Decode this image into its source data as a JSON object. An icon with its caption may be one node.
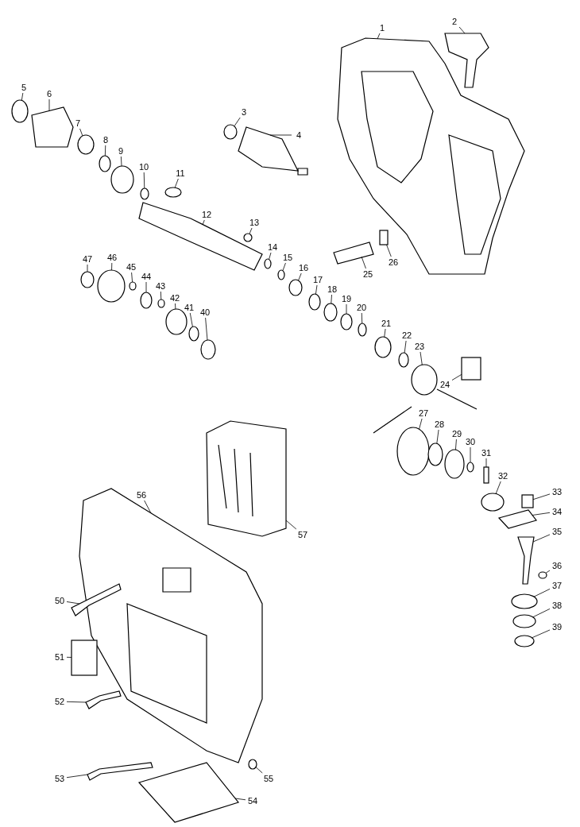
{
  "diagram": {
    "nodes": [
      {
        "text": [
          "1"
        ]
      },
      {
        "text": [
          "2"
        ]
      },
      {
        "text": [
          "3"
        ]
      },
      {
        "text": [
          "4"
        ]
      },
      {
        "text": [
          "5"
        ]
      },
      {
        "text": [
          "6"
        ]
      },
      {
        "text": [
          "7"
        ]
      },
      {
        "text": [
          "8"
        ]
      },
      {
        "text": [
          "9"
        ]
      },
      {
        "text": [
          "10"
        ]
      },
      {
        "text": [
          "11"
        ]
      },
      {
        "text": [
          "12"
        ]
      },
      {
        "text": [
          "13"
        ]
      },
      {
        "text": [
          "14"
        ]
      },
      {
        "text": [
          "15"
        ]
      },
      {
        "text": [
          "16"
        ]
      },
      {
        "text": [
          "17"
        ]
      },
      {
        "text": [
          "18"
        ]
      },
      {
        "text": [
          "19"
        ]
      },
      {
        "text": [
          "20"
        ]
      },
      {
        "text": [
          "21"
        ]
      },
      {
        "text": [
          "22"
        ]
      },
      {
        "text": [
          "23"
        ]
      },
      {
        "text": [
          "24"
        ]
      },
      {
        "text": [
          "25"
        ]
      },
      {
        "text": [
          "26"
        ]
      },
      {
        "text": [
          "27"
        ]
      },
      {
        "text": [
          "28"
        ]
      },
      {
        "text": [
          "29"
        ]
      },
      {
        "text": [
          "30"
        ]
      },
      {
        "text": [
          "31"
        ]
      },
      {
        "text": [
          "32"
        ]
      },
      {
        "text": [
          "33"
        ]
      },
      {
        "text": [
          "34"
        ]
      },
      {
        "text": [
          "35"
        ]
      },
      {
        "text": [
          "36"
        ]
      },
      {
        "text": [
          "37"
        ]
      },
      {
        "text": [
          "38"
        ]
      },
      {
        "text": [
          "39"
        ]
      },
      {
        "text": [
          "40"
        ]
      },
      {
        "text": [
          "41"
        ]
      },
      {
        "text": [
          "42"
        ]
      },
      {
        "text": [
          "43"
        ]
      },
      {
        "text": [
          "44"
        ]
      },
      {
        "text": [
          "45"
        ]
      },
      {
        "text": [
          "46"
        ]
      },
      {
        "text": [
          "47"
        ]
      },
      {
        "text": [
          "50"
        ]
      },
      {
        "text": [
          "51"
        ]
      },
      {
        "text": [
          "52"
        ]
      },
      {
        "text": [
          "53"
        ]
      },
      {
        "text": [
          "54"
        ]
      },
      {
        "text": [
          "55"
        ]
      },
      {
        "text": [
          "56"
        ]
      },
      {
        "text": [
          "57"
        ]
      },
      {
        "text": [],
        "shape": "picture"
      },
      {
        "text": [],
        "shape": "picture"
      },
      {
        "text": [],
        "shape": "circle"
      },
      {
        "text": [],
        "shape": "picture"
      },
      {
        "text": [],
        "shape": "circle"
      },
      {
        "text": [],
        "shape": "picture"
      },
      {
        "text": [],
        "shape": "circle"
      },
      {
        "text": [],
        "shape": "circle"
      },
      {
        "text": [],
        "shape": "circle"
      },
      {
        "text": [],
        "shape": "circle"
      },
      {
        "text": [],
        "shape": "circle"
      },
      {
        "text": [],
        "shape": "picture"
      },
      {
        "text": [],
        "shape": "circle"
      },
      {
        "text": [],
        "shape": "circle"
      },
      {
        "text": [],
        "shape": "circle"
      },
      {
        "text": [],
        "shape": "circle"
      },
      {
        "text": [],
        "shape": "circle"
      },
      {
        "text": [],
        "shape": "circle"
      },
      {
        "text": [],
        "shape": "circle"
      },
      {
        "text": [],
        "shape": "circle"
      },
      {
        "text": [],
        "shape": "circle"
      },
      {
        "text": [],
        "shape": "circle"
      },
      {
        "text": [],
        "shape": "circle"
      },
      {
        "text": [],
        "shape": "box"
      },
      {
        "text": [],
        "shape": "picture"
      },
      {
        "text": [],
        "shape": "box"
      },
      {
        "text": [],
        "shape": "circle"
      },
      {
        "text": [],
        "shape": "circle"
      },
      {
        "text": [],
        "shape": "circle"
      },
      {
        "text": [],
        "shape": "circle"
      },
      {
        "text": [],
        "shape": "box"
      },
      {
        "text": [],
        "shape": "circle"
      },
      {
        "text": [],
        "shape": "box"
      },
      {
        "text": [],
        "shape": "picture"
      },
      {
        "text": [],
        "shape": "picture"
      },
      {
        "text": [],
        "shape": "circle"
      },
      {
        "text": [],
        "shape": "circle"
      },
      {
        "text": [],
        "shape": "circle"
      },
      {
        "text": [],
        "shape": "circle"
      },
      {
        "text": [],
        "shape": "circle"
      },
      {
        "text": [],
        "shape": "circle"
      },
      {
        "text": [],
        "shape": "circle"
      },
      {
        "text": [],
        "shape": "circle"
      },
      {
        "text": [],
        "shape": "circle"
      },
      {
        "text": [],
        "shape": "circle"
      },
      {
        "text": [],
        "shape": "circle"
      },
      {
        "text": [],
        "shape": "circle"
      },
      {
        "text": [],
        "shape": "picture"
      },
      {
        "text": [],
        "shape": "box"
      },
      {
        "text": [],
        "shape": "picture"
      },
      {
        "text": [],
        "shape": "picture"
      },
      {
        "text": [],
        "shape": "picture"
      },
      {
        "text": [],
        "shape": "circle"
      },
      {
        "text": [],
        "shape": "picture"
      },
      {
        "text": [],
        "shape": "picture"
      }
    ],
    "edges": [
      {
        "from": 0,
        "to": 55,
        "arrow": "none"
      },
      {
        "from": 1,
        "to": 56,
        "arrow": "none"
      },
      {
        "from": 2,
        "to": 57,
        "arrow": "none"
      },
      {
        "from": 3,
        "to": 58,
        "arrow": "none"
      },
      {
        "from": 4,
        "to": 59,
        "arrow": "none"
      },
      {
        "from": 5,
        "to": 60,
        "arrow": "none"
      },
      {
        "from": 6,
        "to": 61,
        "arrow": "none"
      },
      {
        "from": 7,
        "to": 62,
        "arrow": "none"
      },
      {
        "from": 8,
        "to": 63,
        "arrow": "none"
      },
      {
        "from": 9,
        "to": 64,
        "arrow": "none"
      },
      {
        "from": 10,
        "to": 65,
        "arrow": "none"
      },
      {
        "from": 11,
        "to": 66,
        "arrow": "none"
      },
      {
        "from": 12,
        "to": 67,
        "arrow": "none"
      },
      {
        "from": 13,
        "to": 68,
        "arrow": "none"
      },
      {
        "from": 14,
        "to": 69,
        "arrow": "none"
      },
      {
        "from": 15,
        "to": 70,
        "arrow": "none"
      },
      {
        "from": 16,
        "to": 71,
        "arrow": "none"
      },
      {
        "from": 17,
        "to": 72,
        "arrow": "none"
      },
      {
        "from": 18,
        "to": 73,
        "arrow": "none"
      },
      {
        "from": 19,
        "to": 74,
        "arrow": "none"
      },
      {
        "from": 20,
        "to": 75,
        "arrow": "none"
      },
      {
        "from": 21,
        "to": 76,
        "arrow": "none"
      },
      {
        "from": 22,
        "to": 77,
        "arrow": "none"
      },
      {
        "from": 23,
        "to": 78,
        "arrow": "none"
      },
      {
        "from": 24,
        "to": 79,
        "arrow": "none"
      },
      {
        "from": 25,
        "to": 80,
        "arrow": "none"
      },
      {
        "from": 26,
        "to": 81,
        "arrow": "none"
      },
      {
        "from": 27,
        "to": 82,
        "arrow": "none"
      },
      {
        "from": 28,
        "to": 83,
        "arrow": "none"
      },
      {
        "from": 29,
        "to": 84,
        "arrow": "none"
      },
      {
        "from": 30,
        "to": 85,
        "arrow": "none"
      },
      {
        "from": 31,
        "to": 86,
        "arrow": "none"
      },
      {
        "from": 32,
        "to": 87,
        "arrow": "none"
      },
      {
        "from": 33,
        "to": 88,
        "arrow": "none"
      },
      {
        "from": 34,
        "to": 89,
        "arrow": "none"
      },
      {
        "from": 35,
        "to": 90,
        "arrow": "none"
      },
      {
        "from": 36,
        "to": 91,
        "arrow": "none"
      },
      {
        "from": 37,
        "to": 92,
        "arrow": "none"
      },
      {
        "from": 38,
        "to": 93,
        "arrow": "none"
      },
      {
        "from": 39,
        "to": 94,
        "arrow": "none"
      },
      {
        "from": 40,
        "to": 95,
        "arrow": "none"
      },
      {
        "from": 41,
        "to": 96,
        "arrow": "none"
      },
      {
        "from": 42,
        "to": 97,
        "arrow": "none"
      },
      {
        "from": 43,
        "to": 98,
        "arrow": "none"
      },
      {
        "from": 44,
        "to": 99,
        "arrow": "none"
      },
      {
        "from": 45,
        "to": 100,
        "arrow": "none"
      },
      {
        "from": 46,
        "to": 101,
        "arrow": "none"
      },
      {
        "from": 47,
        "to": 102,
        "arrow": "none"
      },
      {
        "from": 48,
        "to": 103,
        "arrow": "none"
      },
      {
        "from": 49,
        "to": 104,
        "arrow": "none"
      },
      {
        "from": 50,
        "to": 105,
        "arrow": "none"
      },
      {
        "from": 51,
        "to": 106,
        "arrow": "none"
      },
      {
        "from": 52,
        "to": 107,
        "arrow": "none"
      },
      {
        "from": 53,
        "to": 108,
        "arrow": "none"
      },
      {
        "from": 54,
        "to": 109,
        "arrow": "none"
      }
    ]
  }
}
